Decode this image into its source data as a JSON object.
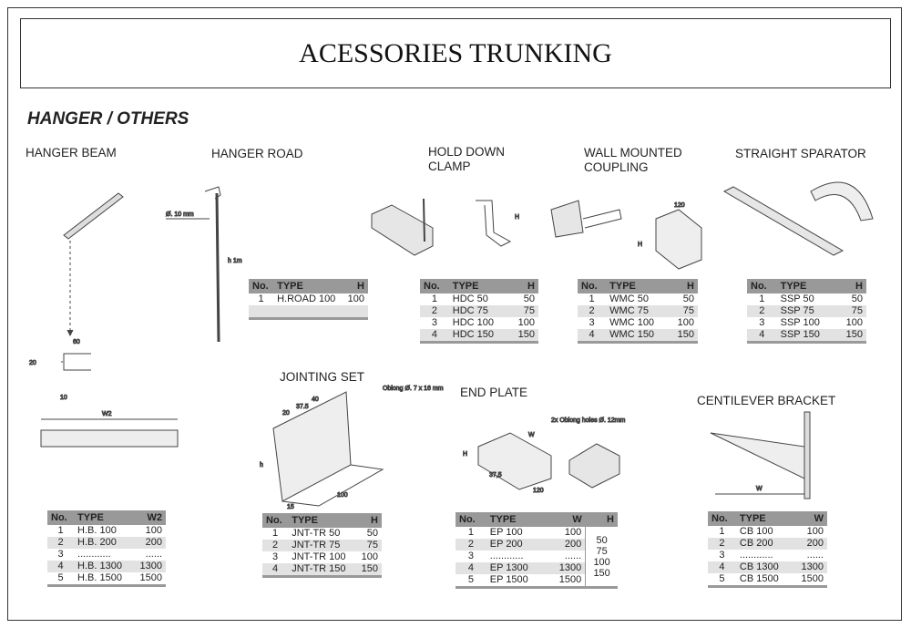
{
  "title": "ACESSORIES TRUNKING",
  "section": "HANGER / OTHERS",
  "products": {
    "hanger_beam": {
      "label": "HANGER BEAM",
      "dims": {
        "a": "60",
        "b": "20",
        "c": "10",
        "w": "W2"
      },
      "columns": [
        "No.",
        "TYPE",
        "W2"
      ],
      "rows": [
        [
          "1",
          "H.B. 100",
          "100"
        ],
        [
          "2",
          "H.B. 200",
          "200"
        ],
        [
          "3",
          "............",
          "......"
        ],
        [
          "4",
          "H.B. 1300",
          "1300"
        ],
        [
          "5",
          "H.B. 1500",
          "1500"
        ]
      ]
    },
    "hanger_road": {
      "label": "HANGER ROAD",
      "dims": {
        "d": "Ø. 10 mm",
        "h": "h 1m"
      },
      "columns": [
        "No.",
        "TYPE",
        "H"
      ],
      "rows": [
        [
          "1",
          "H.ROAD 100",
          "100"
        ],
        [
          "",
          "",
          ""
        ]
      ]
    },
    "hold_down_clamp": {
      "label": "HOLD DOWN CLAMP",
      "dims": {
        "h": "H"
      },
      "columns": [
        "No.",
        "TYPE",
        "H"
      ],
      "rows": [
        [
          "1",
          "HDC 50",
          "50"
        ],
        [
          "2",
          "HDC 75",
          "75"
        ],
        [
          "3",
          "HDC 100",
          "100"
        ],
        [
          "4",
          "HDC 150",
          "150"
        ]
      ]
    },
    "wall_mounted_coupling": {
      "label": "WALL MOUNTED COUPLING",
      "dims": {
        "w": "120",
        "h": "H"
      },
      "columns": [
        "No.",
        "TYPE",
        "H"
      ],
      "rows": [
        [
          "1",
          "WMC 50",
          "50"
        ],
        [
          "2",
          "WMC 75",
          "75"
        ],
        [
          "3",
          "WMC 100",
          "100"
        ],
        [
          "4",
          "WMC 150",
          "150"
        ]
      ]
    },
    "straight_separator": {
      "label": "STRAIGHT SPARATOR",
      "columns": [
        "No.",
        "TYPE",
        "H"
      ],
      "rows": [
        [
          "1",
          "SSP 50",
          "50"
        ],
        [
          "2",
          "SSP 75",
          "75"
        ],
        [
          "3",
          "SSP 100",
          "100"
        ],
        [
          "4",
          "SSP 150",
          "150"
        ]
      ]
    },
    "jointing_set": {
      "label": "JOINTING SET",
      "dims": {
        "note": "Oblong Ø. 7 x 16 mm",
        "a": "20",
        "b": "37.5",
        "c": "40",
        "l": "100",
        "h": "h",
        "w": "15"
      },
      "columns": [
        "No.",
        "TYPE",
        "H"
      ],
      "rows": [
        [
          "1",
          "JNT-TR 50",
          "50"
        ],
        [
          "2",
          "JNT-TR 75",
          "75"
        ],
        [
          "3",
          "JNT-TR 100",
          "100"
        ],
        [
          "4",
          "JNT-TR 150",
          "150"
        ]
      ]
    },
    "end_plate": {
      "label": "END PLATE",
      "dims": {
        "note": "2x Oblong holes Ø. 12mm",
        "w": "W",
        "h": "H",
        "a": "37,5",
        "b": "120"
      },
      "columns": [
        "No.",
        "TYPE",
        "W",
        "H"
      ],
      "rows": [
        [
          "1",
          "EP 100",
          "100"
        ],
        [
          "2",
          "EP 200",
          "200"
        ],
        [
          "3",
          "............",
          "......"
        ],
        [
          "4",
          "EP 1300",
          "1300"
        ],
        [
          "5",
          "EP 1500",
          "1500"
        ]
      ],
      "h_values": [
        "50",
        "75",
        "100",
        "150"
      ]
    },
    "centilever_bracket": {
      "label": "CENTILEVER BRACKET",
      "dims": {
        "w": "W"
      },
      "columns": [
        "No.",
        "TYPE",
        "W"
      ],
      "rows": [
        [
          "1",
          "CB 100",
          "100"
        ],
        [
          "2",
          "CB 200",
          "200"
        ],
        [
          "3",
          "............",
          "......"
        ],
        [
          "4",
          "CB 1300",
          "1300"
        ],
        [
          "5",
          "CB 1500",
          "1500"
        ]
      ]
    }
  }
}
